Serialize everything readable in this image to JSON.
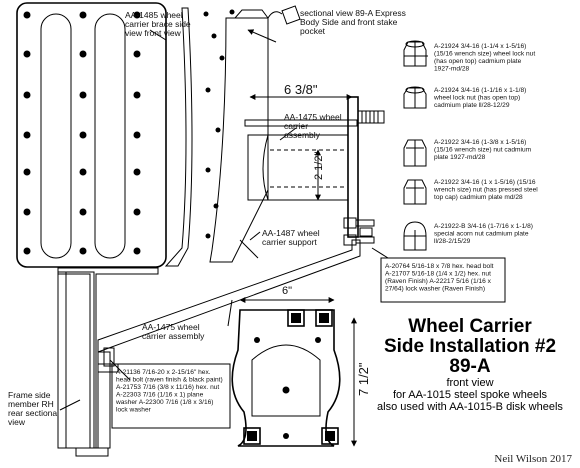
{
  "labels": {
    "brace": "AA-1485 wheel carrier brace side view front view",
    "sectional": "sectional view 89-A Express Body Side and front stake pocket",
    "carrier_assembly_top": "AA-1475 wheel carrier assembly",
    "carrier_support": "AA-1487 wheel carrier support",
    "carrier_assembly_bottom": "AA-1475 wheel carrier assembly",
    "frame_side": "Frame side member RH rear sectional view"
  },
  "dimensions": {
    "horizontal_top": "6 3/8\"",
    "vertical_mid": "2 1/2\"",
    "horizontal_bottom": "6\"",
    "vertical_right": "7 1/2\""
  },
  "nuts": [
    {
      "text": "A-21924 3/4-16 (1-1/4 x 1-5/16) (15/16 wrench size) wheel lock nut (has open top) cadmium plate 1927-md/28"
    },
    {
      "text": "A-21924 3/4-16 (1-1/16 x 1-1/8) wheel lock nut (has open top) cadmium plate ll/28-12/29"
    },
    {
      "text": "A-21922 3/4-16 (1-3/8 x 1-5/16) (15/16 wrench size) nut cadmium plate 1927-md/28"
    },
    {
      "text": "A-21922 3/4-16 (1 x 1-5/16) (15/16 wrench size) nut (has pressed steel top cap) cadmium plate md/28"
    },
    {
      "text": "A-21922-B 3/4-16 (1-7/16 x 1-1/8) special acorn nut cadmium plate ll/28-2/15/29"
    }
  ],
  "bolt_box_top": "A-20764 5/16-18 x 7/8 hex. head bolt A-21707 5/16-18 (1/4 x 1/2) hex. nut (Raven Finish) A-22217 5/16 (1/16 x 27/64) lock washer (Raven Finish)",
  "bolt_box_bottom": "A-21136 7/16-20 x 2-15/16\" hex. head bolt (raven finish & black paint) A-21753 7/16 (3/8 x 11/16) hex. nut A-22303 7/16 (1/16 x 1) plane washer A-22300 7/16 (1/8 x 3/16) lock washer",
  "title": {
    "line1": "Wheel Carrier",
    "line2": "Side Installation #2",
    "line3": "89-A",
    "line4": "front view",
    "line5": "for AA-1015 steel spoke wheels",
    "line6": "also used with AA-1015-B disk wheels"
  },
  "credit": "Neil Wilson 2017"
}
